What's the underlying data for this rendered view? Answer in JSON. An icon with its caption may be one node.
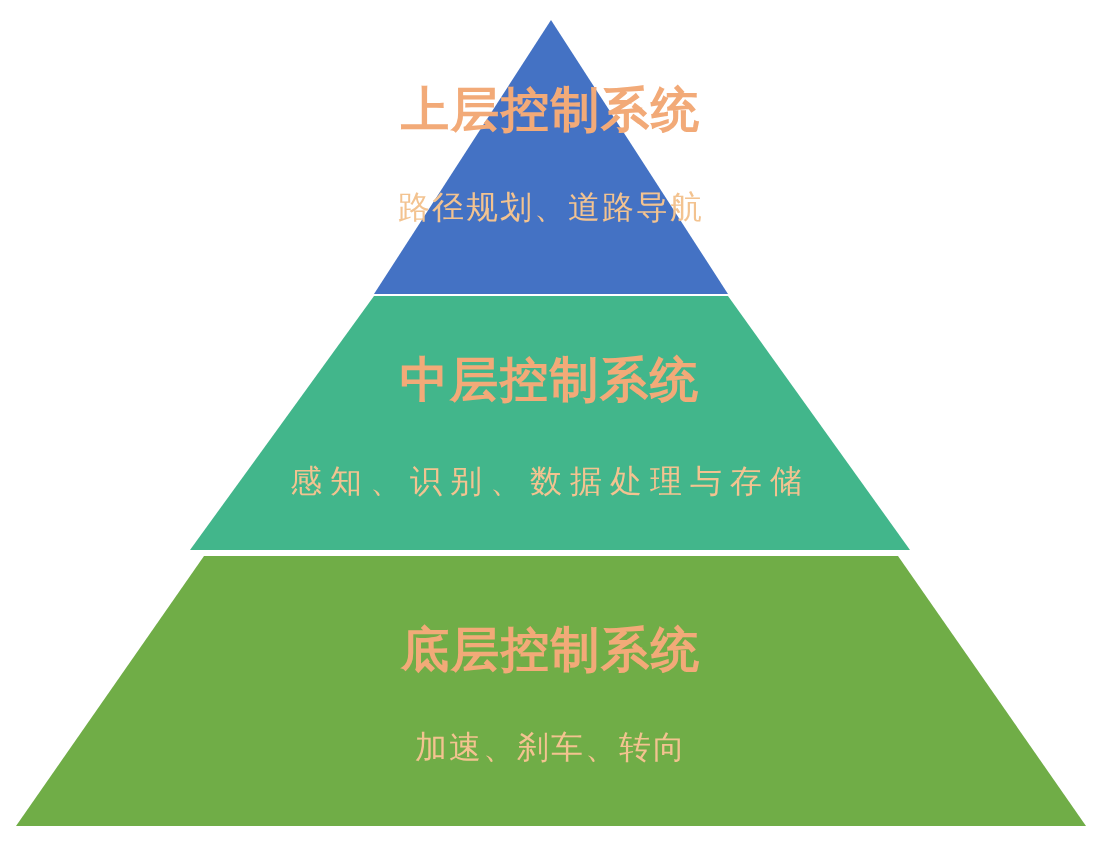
{
  "diagram": {
    "nodes": [
      {
        "text": [
          "上层控制系统",
          "路径规划、道路导航"
        ]
      },
      {
        "text": [
          "中层控制系统",
          "感知、识别、数据处理与存储"
        ]
      },
      {
        "text": [
          "底层控制系统",
          "加速、刹车、转向"
        ]
      }
    ]
  }
}
